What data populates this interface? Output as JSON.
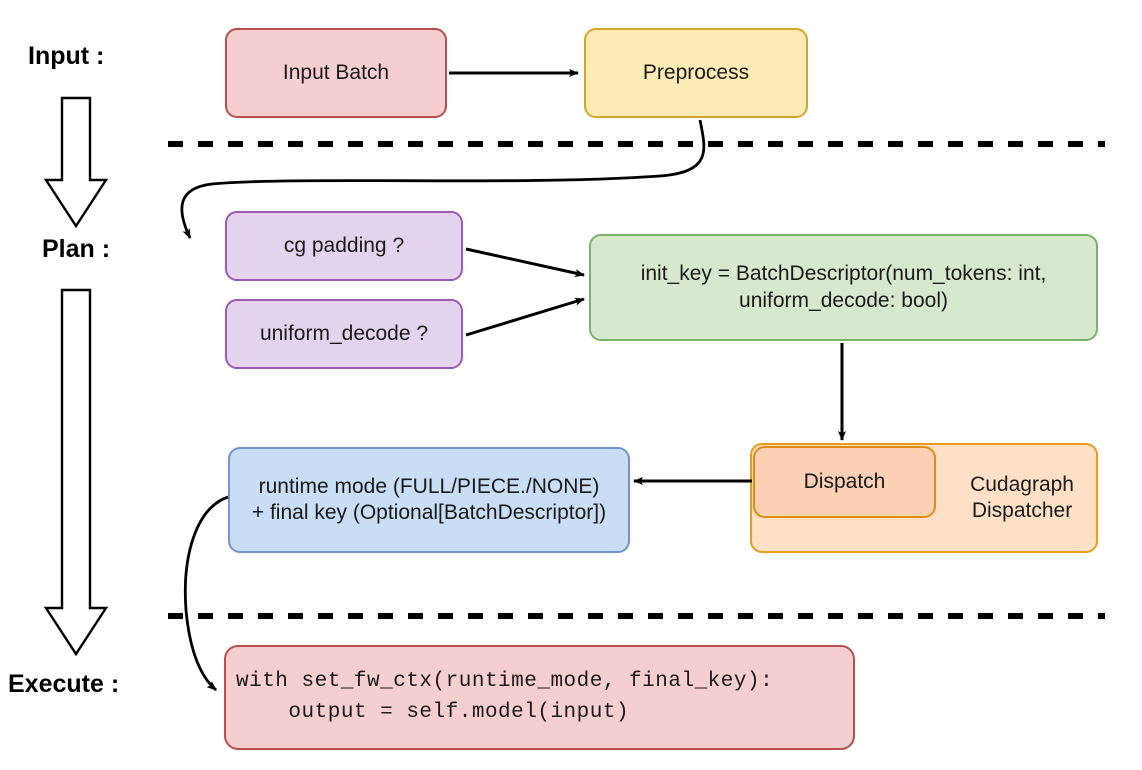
{
  "diagram": {
    "title_stages": [
      {
        "key": "input",
        "label": "Input :"
      },
      {
        "key": "plan",
        "label": "Plan :"
      },
      {
        "key": "execute",
        "label": "Execute :"
      }
    ],
    "nodes": {
      "input_batch": {
        "label": "Input Batch",
        "color": "#f5cfcf",
        "border": "#b5504f"
      },
      "preprocess": {
        "label": "Preprocess",
        "color": "#fdeab4",
        "border": "#d4a72c"
      },
      "cg_padding": {
        "label": "cg padding ?",
        "color": "#e3d3ec",
        "border": "#9b59b6"
      },
      "uniform_decode": {
        "label": "uniform_decode ?",
        "color": "#e3d3ec",
        "border": "#9b59b6"
      },
      "init_key": {
        "line1": "init_key = BatchDescriptor(num_tokens: int,",
        "line2": "uniform_decode: bool)",
        "color": "#d6e8ce",
        "border": "#7bb26a"
      },
      "dispatch": {
        "label": "Dispatch",
        "color": "#fbd0b4",
        "border": "#e08c13"
      },
      "cudagraph_dispatcher": {
        "line1": "Cudagraph",
        "line2": "Dispatcher",
        "color": "#fde0c6",
        "border": "#e89c1c"
      },
      "runtime_mode": {
        "line1": "runtime mode (FULL/PIECE./NONE)",
        "line2": "+ final key (Optional[BatchDescriptor])",
        "color": "#c9ddf4",
        "border": "#7494c6"
      },
      "execute_code": {
        "line1": "with set_fw_ctx(runtime_mode, final_key):",
        "line2": "    output = self.model(input)",
        "color": "#f5cfcf",
        "border": "#b5504f"
      }
    },
    "separators": [
      {
        "name": "input-plan-divider"
      },
      {
        "name": "plan-execute-divider"
      }
    ],
    "edges": [
      {
        "from": "input_batch",
        "to": "preprocess"
      },
      {
        "from": "preprocess",
        "to": "cg_padding"
      },
      {
        "from": "cg_padding",
        "to": "init_key"
      },
      {
        "from": "uniform_decode",
        "to": "init_key"
      },
      {
        "from": "init_key",
        "to": "cudagraph_dispatcher"
      },
      {
        "from": "dispatch",
        "to": "runtime_mode"
      },
      {
        "from": "runtime_mode",
        "to": "execute_code"
      }
    ]
  }
}
